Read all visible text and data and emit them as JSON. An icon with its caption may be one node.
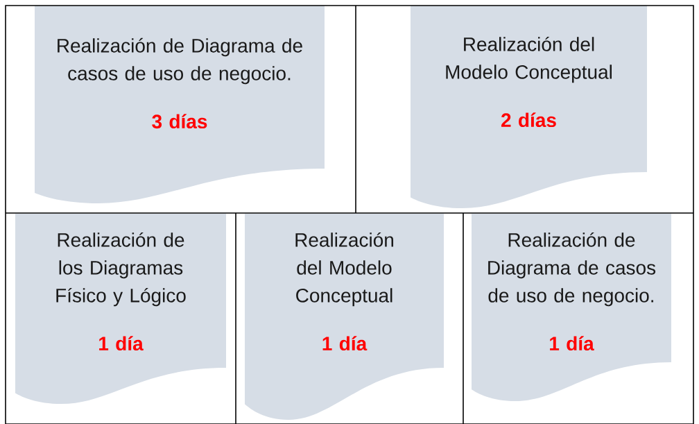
{
  "diagram": {
    "nodes": [
      {
        "text": [
          "Realización de Diagrama de casos de uso de negocio.",
          "3 días"
        ]
      },
      {
        "text": [
          "Realización del Modelo Conceptual",
          "2 días"
        ]
      },
      {
        "text": [
          "Realización de los Diagramas Físico y Lógico",
          "1 día"
        ]
      },
      {
        "text": [
          "Realización del Modelo Conceptual",
          "1 día"
        ]
      },
      {
        "text": [
          "Realización de Diagrama de casos de uso de negocio.",
          "1 día"
        ]
      }
    ],
    "edges": []
  }
}
